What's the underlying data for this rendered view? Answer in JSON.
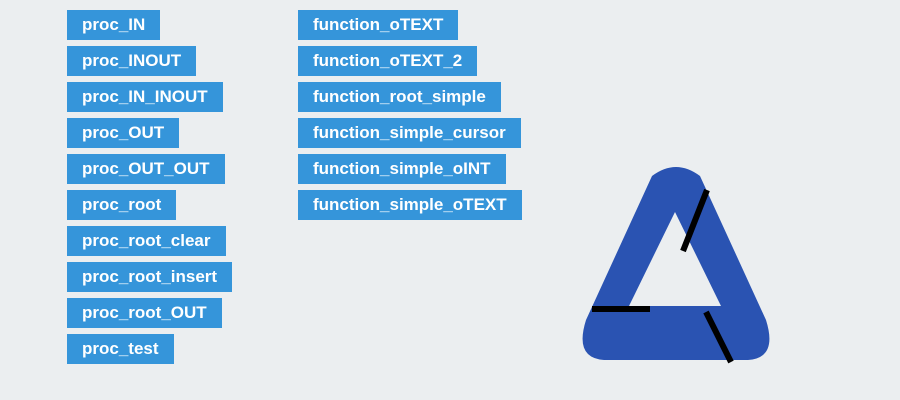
{
  "procedures": [
    {
      "label": "proc_IN"
    },
    {
      "label": "proc_INOUT"
    },
    {
      "label": "proc_IN_INOUT"
    },
    {
      "label": "proc_OUT"
    },
    {
      "label": "proc_OUT_OUT"
    },
    {
      "label": "proc_root"
    },
    {
      "label": "proc_root_clear"
    },
    {
      "label": "proc_root_insert"
    },
    {
      "label": "proc_root_OUT"
    },
    {
      "label": "proc_test"
    }
  ],
  "functions": [
    {
      "label": "function_oTEXT"
    },
    {
      "label": "function_oTEXT_2"
    },
    {
      "label": "function_root_simple"
    },
    {
      "label": "function_simple_cursor"
    },
    {
      "label": "function_simple_oINT"
    },
    {
      "label": "function_simple_oTEXT"
    }
  ],
  "colors": {
    "background": "#ebeef0",
    "tag": "#3595da",
    "tag_text": "#ffffff",
    "logo": "#2a53b2",
    "logo_cut": "#000000"
  },
  "logo": {
    "icon": "triangle-logo-icon"
  }
}
